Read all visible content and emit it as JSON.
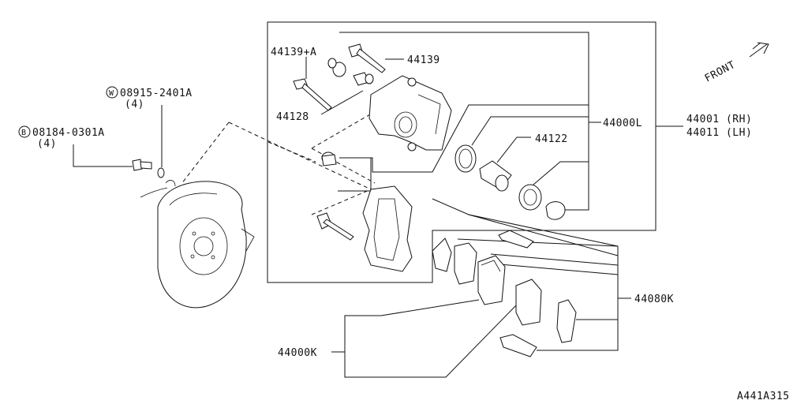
{
  "labels": {
    "p44139a": "44139+A",
    "p44139": "44139",
    "p44128": "44128",
    "p44122": "44122",
    "p44000l": "44000L",
    "p44001": "44001 (RH)",
    "p44011": "44011 (LH)",
    "p44080k": "44080K",
    "p44000k": "44000K",
    "washer_num": "08915-2401A",
    "washer_qty": "(4)",
    "washer_badge": "W",
    "bolt_num": "08184-0301A",
    "bolt_qty": "(4)",
    "bolt_badge": "B",
    "front": "FRONT",
    "diagram_id": "A441A315"
  },
  "icons": {
    "front_arrow": "front-arrow-icon"
  }
}
